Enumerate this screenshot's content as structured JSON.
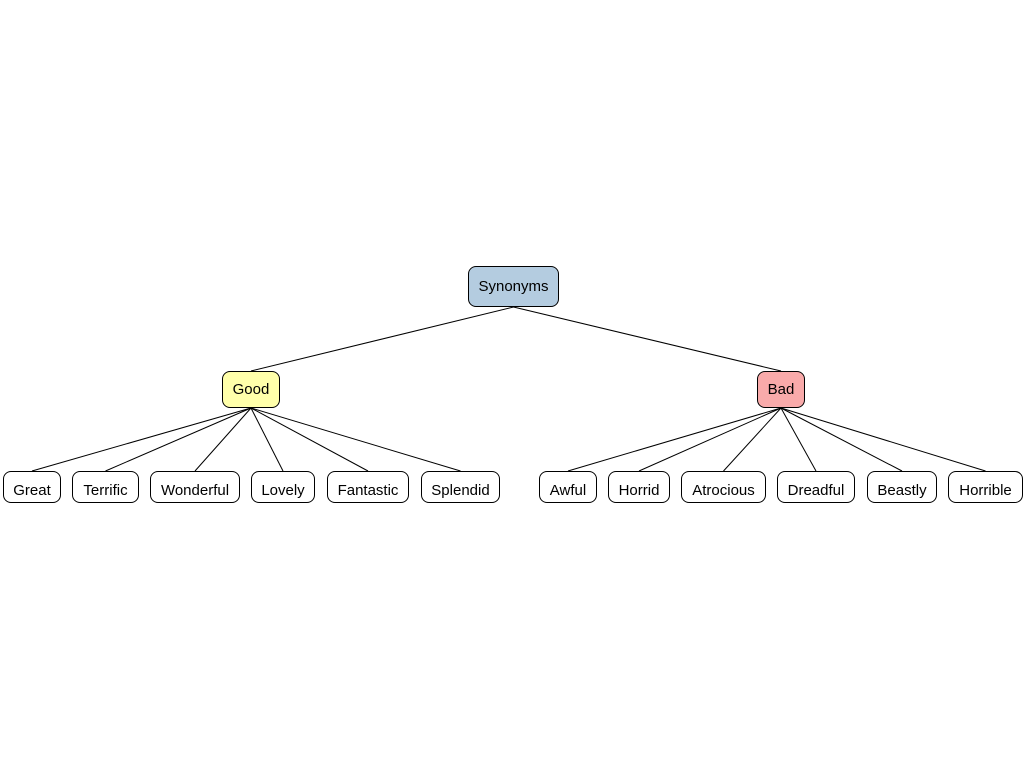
{
  "root": {
    "label": "Synonyms",
    "color": "#b4cce0"
  },
  "groups": [
    {
      "label": "Good",
      "color": "#ffffaa",
      "children": [
        "Great",
        "Terrific",
        "Wonderful",
        "Lovely",
        "Fantastic",
        "Splendid"
      ]
    },
    {
      "label": "Bad",
      "color": "#f9aaaa",
      "children": [
        "Awful",
        "Horrid",
        "Atrocious",
        "Dreadful",
        "Beastly",
        "Horrible"
      ]
    }
  ]
}
